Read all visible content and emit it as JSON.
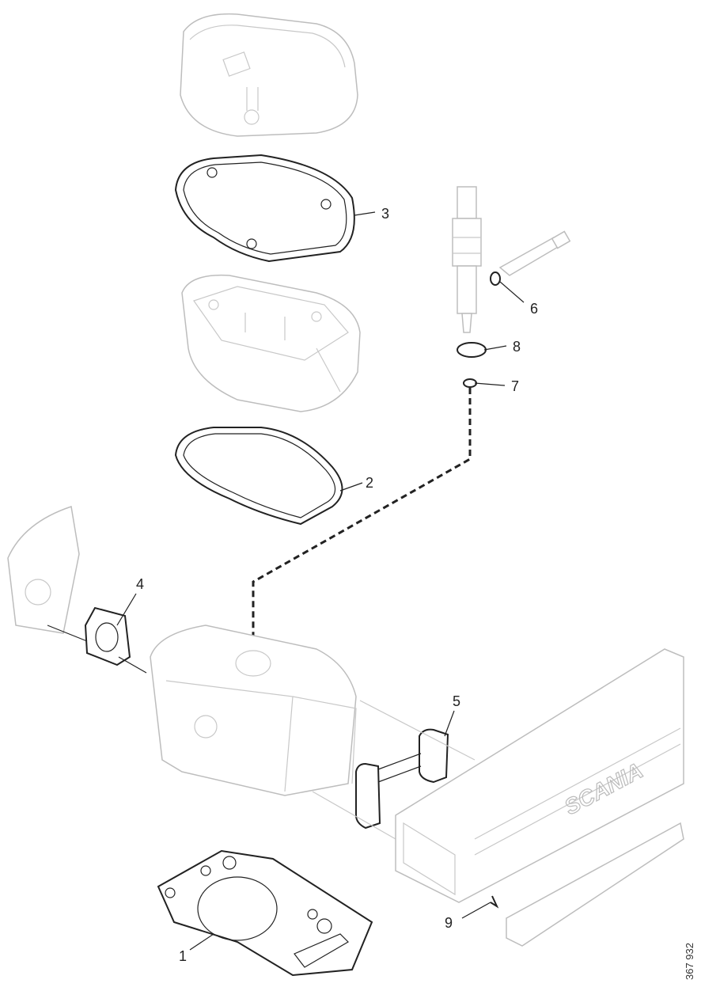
{
  "diagram": {
    "callouts": {
      "c1": "1",
      "c2": "2",
      "c3": "3",
      "c4": "4",
      "c5": "5",
      "c6": "6",
      "c7": "7",
      "c8": "8",
      "c9": "9"
    },
    "reference_number": "367 932",
    "logo_text": "SCANIA"
  }
}
